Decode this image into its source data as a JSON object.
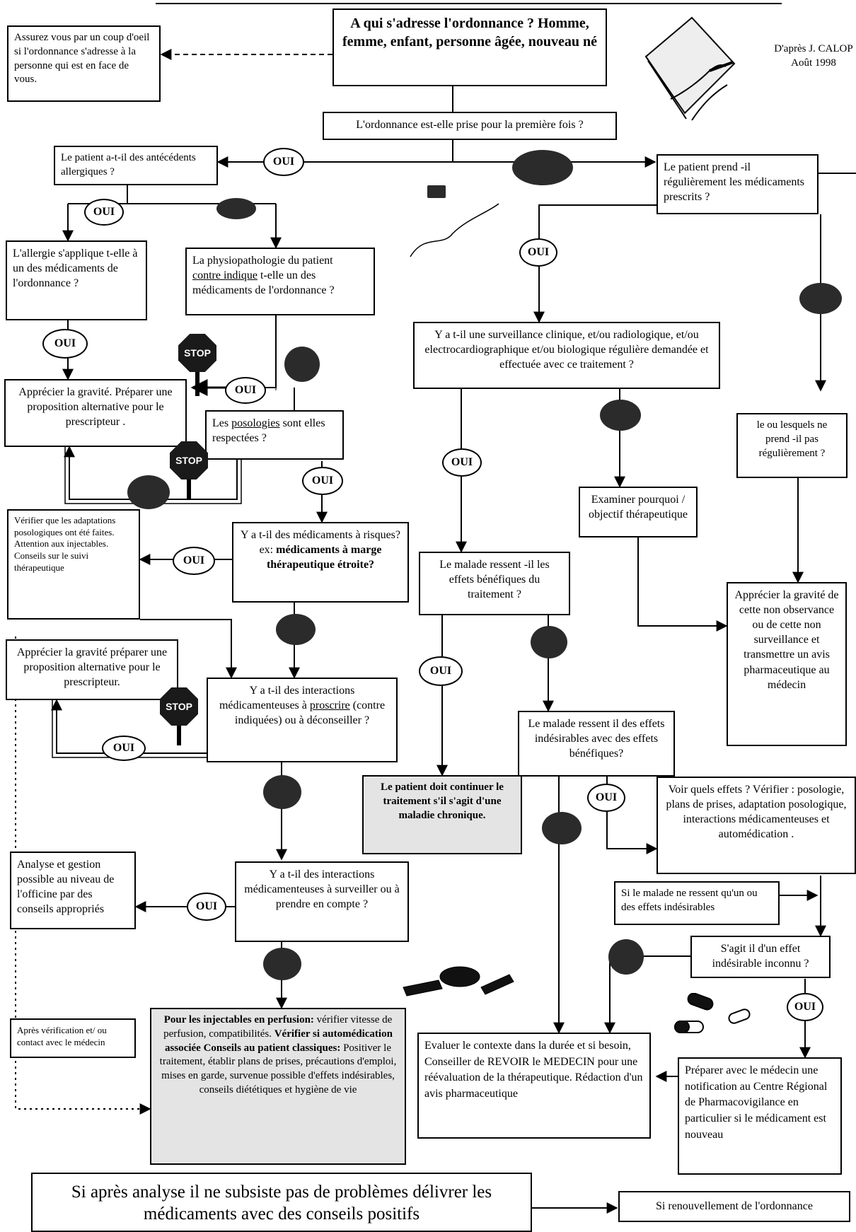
{
  "source": "D'après J. CALOP\nAoût 1998",
  "nodes": {
    "q_who": "A qui s'adresse l'ordonnance ? Homme, femme, enfant, personne âgée, nouveau né",
    "note_check": "Assurez vous par un coup d'oeil si l'ordonnance s'adresse à la personne qui est en face de vous.",
    "q_first": "L'ordonnance est-elle prise pour la première fois ?",
    "q_allergy": "Le patient a-t-il des antécédents allergiques ?",
    "q_regular": "Le patient prend -il régulièrement les médicaments prescrits ?",
    "q_allergy_applies": "L'allergie s'applique t-elle à un des médicaments de l'ordonnance ?",
    "q_physio_1": "La physiopathologie du patient",
    "q_physio_u": "contre indique",
    "q_physio_2": " t-elle un des médicaments de l'ordonnance ?",
    "q_surveillance": "Y a t-il une surveillance clinique, et/ou radiologique, et/ou electrocardiographique et/ou biologique régulière demandée et effectuée avec ce traitement ?",
    "a_gravity1": "Apprécier la gravité. Préparer une proposition alternative pour le prescripteur .",
    "q_poso_1": "Les ",
    "q_poso_u": "posologies",
    "q_poso_2": " sont elles respectées ?",
    "q_which_not": "le ou lesquels ne prend -il pas régulièrement ?",
    "a_examine": "Examiner pourquoi / objectif thérapeutique",
    "a_verify_adapt": "Vérifier que les adaptations posologiques ont été faites. Attention aux injectables. Conseils sur le suivi thérapeutique",
    "q_risk_1": "Y a t-il des médicaments à risques?ex: ",
    "q_risk_2": "médicaments à marge thérapeutique étroite?",
    "q_benefit": "Le malade ressent -il les effets bénéfiques du traitement ?",
    "a_gravity_nonobs": "Apprécier la gravité de cette non observance ou de cette non surveillance et transmettre un avis pharmaceutique au médecin",
    "a_gravity2": "Apprécier la gravité préparer une proposition alternative pour le prescripteur.",
    "q_inter_proscribe_1": "Y a t-il des interactions médicamenteuses à ",
    "q_inter_proscribe_u": "proscrire",
    "q_inter_proscribe_2": " (contre indiquées) ou à déconseiller ?",
    "q_side_effects": "Le malade ressent il des effets indésirables avec des effets bénéfiques?",
    "a_continue": "Le patient doit continuer le traitement s'il s'agit d'une maladie chronique.",
    "a_see_effects": "Voir quels effets ? Vérifier : posologie, plans de prises, adaptation posologique, interactions médicamenteuses et automédication .",
    "a_analysis_office": "Analyse et gestion possible au niveau de l'officine par des conseils appropriés",
    "q_inter_monitor": "Y a t-il des interactions médicamenteuses à surveiller ou à prendre en compte ?",
    "note_only_side": "Si le malade ne ressent qu'un ou des effets indésirables",
    "q_unknown_effect": "S'agit il d'un effet indésirable inconnu ?",
    "note_after_verif": "Après vérification et/ ou contact avec le médecin",
    "a_advice_1": "Pour les injectables en perfusion: ",
    "a_advice_2": "vérifier vitesse de perfusion, compatibilités. ",
    "a_advice_3": "Vérifier si automédication associée ",
    "a_advice_4": "Conseils au patient classiques: ",
    "a_advice_5": "Positiver le traitement, établir plans de prises, précautions d'emploi, mises en garde, survenue possible d'effets indésirables, conseils diététiques et hygiène de vie",
    "a_evaluate": "Evaluer le contexte dans la durée et si besoin, Conseiller de REVOIR le MEDECIN pour une réévaluation de la thérapeutique. Rédaction d'un avis pharmaceutique",
    "a_notify": "Préparer avec le médecin une notification au Centre Régional de Pharmacovigilance en particulier si le médicament est nouveau",
    "final": "Si après analyse il ne subsiste pas de problèmes délivrer les médicaments avec des conseils positifs",
    "renewal": "Si renouvellement de l'ordonnance"
  },
  "labels": {
    "oui": "OUI",
    "stop": "STOP"
  }
}
